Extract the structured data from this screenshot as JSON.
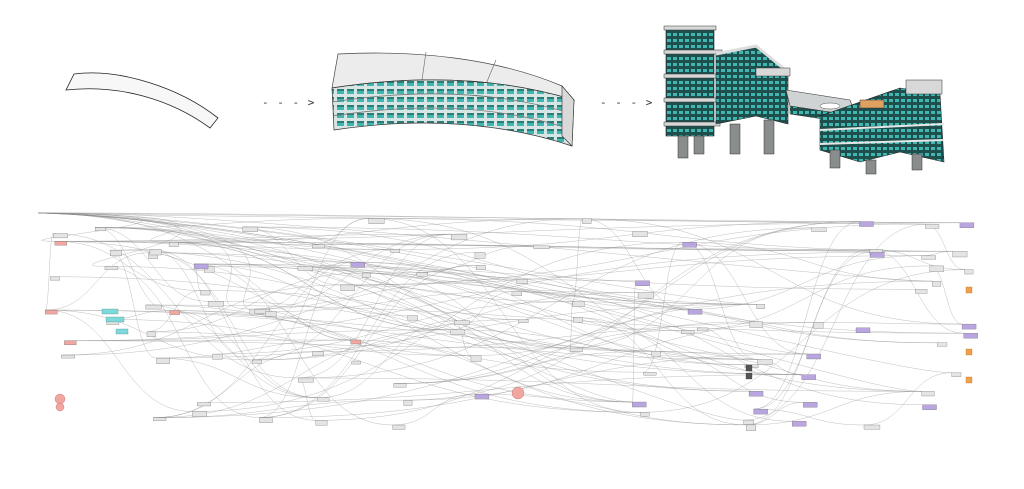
{
  "diagram": {
    "steps": [
      {
        "name": "surface",
        "arrow_after": "- - - >"
      },
      {
        "name": "curved-block",
        "arrow_after": "- - - >"
      },
      {
        "name": "building-complex",
        "arrow_after": ""
      }
    ],
    "colors": {
      "facade_glass": "#3fb7b0",
      "facade_dark": "#1f4f4c",
      "roof": "#e8e8e8",
      "slab": "#9aa0a0",
      "pillar": "#8a8d8d",
      "node_purple": "#b9a6e0",
      "node_red": "#f2a6a0",
      "node_cyan": "#7fd9d9",
      "node_orange": "#f0a050",
      "node_gray": "#e4e4e4",
      "wire": "#8c8c8c"
    },
    "icons": {
      "arrow": "dashed-arrow-icon"
    }
  }
}
